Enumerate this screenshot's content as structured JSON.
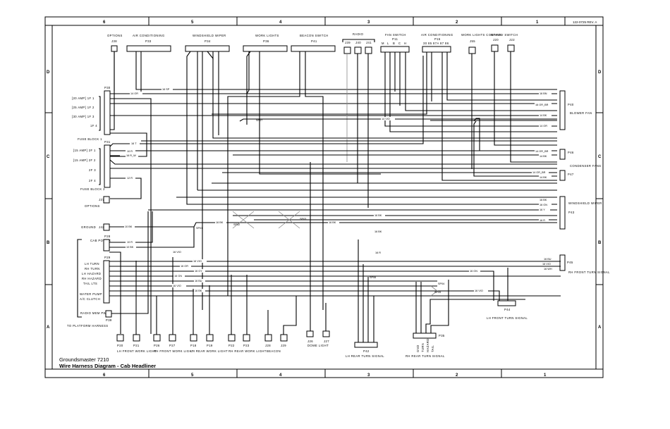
{
  "document": {
    "ref": "122-0725 REV. A",
    "title_line1": "Groundsmaster 7210",
    "title_line2": "Wire Harness Diagram - Cab Headliner",
    "zone_columns": [
      "6",
      "5",
      "4",
      "3",
      "2",
      "1"
    ],
    "zone_rows": [
      "D",
      "C",
      "B",
      "A"
    ]
  },
  "top_connectors": [
    {
      "id": "options",
      "name": "OPTIONS",
      "ref": "J38"
    },
    {
      "id": "air-conditioning",
      "name": "AIR CONDITIONING",
      "ref": "P33"
    },
    {
      "id": "windshield-wiper",
      "name": "WINDSHIELD WIPER",
      "ref": "P34"
    },
    {
      "id": "work-lights",
      "name": "WORK LIGHTS",
      "ref": "P36"
    },
    {
      "id": "beacon-switch",
      "name": "BEACON SWITCH",
      "ref": "P41"
    },
    {
      "id": "radio",
      "name": "RADIO",
      "refs": [
        "J39",
        "J40",
        "J41"
      ]
    },
    {
      "id": "fan-switch",
      "name": "FAN SWITCH",
      "ref": "P11",
      "positions": [
        "M",
        "L",
        "B",
        "C",
        "H"
      ]
    },
    {
      "id": "air-conditioning-2",
      "name": "AIR CONDITIONING",
      "ref": "P15",
      "pins_label": "30 85 87A 87 86"
    },
    {
      "id": "work-lights-control",
      "name": "WORK LIGHTS CONTROL",
      "ref": "J55"
    },
    {
      "id": "binary-switch",
      "name": "BINARY SWITCH",
      "refs": [
        "J20",
        "J22"
      ]
    }
  ],
  "left_blocks": {
    "fuse_block_1": {
      "name": "FUSE BLOCK 1",
      "ref": "P30",
      "fuses": [
        "[20 AMP] 1F 1",
        "[25 AMP] 1F 2",
        "[30 AMP] 1F 3",
        "1F 4"
      ]
    },
    "fuse_block_2": {
      "name": "FUSE BLOCK 2",
      "ref": "P31",
      "fuses": [
        "[15 AMP] 2F 1",
        "[15 AMP] 2F 2",
        "2F 3",
        "2F 4"
      ]
    },
    "options": {
      "name": "OPTIONS",
      "ref": "J37"
    },
    "ground": {
      "name": "GROUND",
      "ref": "J42"
    },
    "cab_power": {
      "name": "CAB POWER",
      "ref": "P28"
    },
    "platform": {
      "ref": "P29",
      "circuits": [
        "LH TURN",
        "RH TURN",
        "LH HAZARD",
        "RH HAZARD",
        "TAIL LTS",
        "",
        "WATER PUMP",
        "A/C CLUTCH"
      ]
    },
    "radio_mem": {
      "name": "RADIO MEM PWR",
      "ref": "P39"
    },
    "harness_note": "TO PLATFORM HARNESS"
  },
  "right_components": [
    {
      "id": "blower-fan",
      "name": "BLOWER FAN",
      "ref": "P40",
      "wires": [
        "16 BN",
        "16 OR_BR",
        "14 BK",
        "14 OR"
      ]
    },
    {
      "id": "condenser-fans",
      "name": "CONDENSER FANS",
      "refs": [
        "P46",
        "P47"
      ],
      "wires": [
        "14 OR_BR",
        "14 BK",
        "14 OR_BR",
        "14 BK"
      ]
    },
    {
      "id": "windshield-wiper-motor",
      "name": "WINDSHIELD WIPER",
      "ref": "P43",
      "wires": [
        "16 BK",
        "16 GN",
        "16 Y",
        "16 R"
      ]
    },
    {
      "id": "rh-front-turn",
      "name": "RH FRONT TURN SIGNAL",
      "ref": "P45",
      "wires": [
        "16 BU",
        "16 VIO",
        "16 WH"
      ]
    },
    {
      "id": "lh-front-turn",
      "name": "LH FRONT TURN SIGNAL",
      "ref": "P44"
    }
  ],
  "bottom_connectors": [
    {
      "id": "lh-front-work-light",
      "name": "LH FRONT WORK LIGHT",
      "refs": [
        "P20",
        "P21"
      ]
    },
    {
      "id": "rh-front-work-light",
      "name": "RH FRONT WORK LIGHT",
      "refs": [
        "P26",
        "P27"
      ]
    },
    {
      "id": "lh-rear-work-light",
      "name": "LH REAR WORK LIGHT",
      "refs": [
        "P18",
        "P19"
      ]
    },
    {
      "id": "rh-rear-work-light",
      "name": "RH REAR WORK LIGHT",
      "refs": [
        "P22",
        "P23"
      ]
    },
    {
      "id": "beacon",
      "name": "BEACON",
      "refs": [
        "J28",
        "J29"
      ]
    },
    {
      "id": "dome-light",
      "name": "DOME LIGHT",
      "refs": [
        "J26",
        "J27"
      ]
    },
    {
      "id": "lh-rear-turn",
      "name": "LH REAR TURN SIGNAL",
      "ref": "P42"
    },
    {
      "id": "rh-rear-turn",
      "name": "RH REAR TURN SIGNAL",
      "ref": "P35",
      "pins": [
        "GND",
        "TURN",
        "HAZARD",
        "TAIL"
      ]
    }
  ],
  "splices": [
    "SP01",
    "SP02",
    "SP03",
    "SP04",
    "SP05",
    "SP06",
    "SP07"
  ],
  "wire_labels": {
    "fb1_out": "14 OR",
    "ac_out": "16 SP",
    "fb2_1": "16 T",
    "fb2_2": "10 R",
    "fb2_3": "16 R_W",
    "fb2_7": "12 R",
    "ground": "10 BK",
    "cab1": "10 R",
    "cab2": "10 BK",
    "vio1": "16 VIO",
    "vio2": "16 VIO",
    "or1": "16 OR",
    "gy1": "16 GY",
    "gn1": "16 GN",
    "bu1": "16 BU",
    "vio3": "16 VIO",
    "bk1": "16 BK",
    "sp02": "16 BK",
    "sp03a": "16 BK",
    "sp03b": "16 BK",
    "sp03c": "16 BK",
    "r1": "16 R",
    "vio4": "14 VIO",
    "gn2": "16 GN",
    "vio5": "16 VIO"
  }
}
